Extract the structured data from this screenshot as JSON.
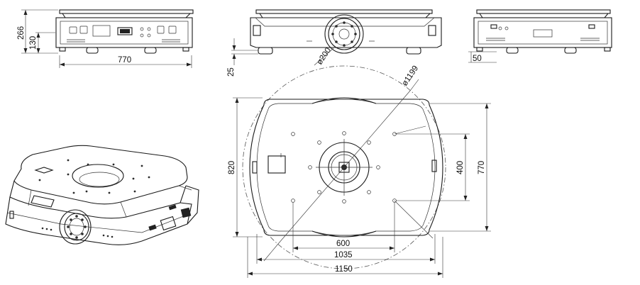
{
  "dimensions": {
    "height_266": "266",
    "height_130": "130",
    "width_770_front": "770",
    "offset_25": "25",
    "diameter_200": "ø200",
    "diameter_1199": "ø1199",
    "height_50": "50",
    "width_820": "820",
    "width_400": "400",
    "width_770_right": "770",
    "width_600": "600",
    "width_1035": "1035",
    "width_1150": "1150"
  },
  "colors": {
    "line": "#1a1a1a",
    "background": "#ffffff"
  }
}
